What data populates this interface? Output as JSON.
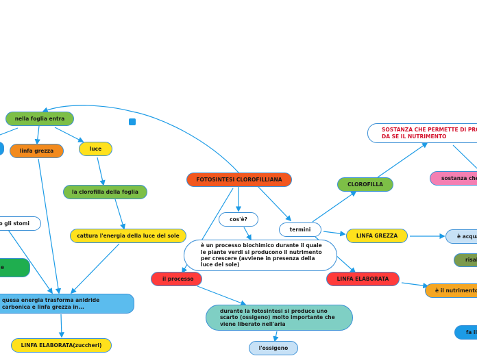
{
  "colors": {
    "connector": "#1c9be6",
    "green": "#7dbf47",
    "orange": "#f28a1d",
    "yellow": "#ffe11c",
    "red": "#ff3b3b",
    "blue": "#5bbcee",
    "teal": "#7fcfc4",
    "pink": "#f47fb2",
    "red_text": "#d4112c"
  },
  "nodes": {
    "nella_foglia": "nella foglia entra",
    "linfa_grezza_left": "linfa grezza",
    "luce": "luce",
    "clorofilla_foglia": "la clorofilla della foglia",
    "cattura_energia": "cattura l'energia della luce del sole",
    "stomi": "so gli stomi",
    "partial_green": "e",
    "energia_trasforma": "quesa energia trasforma anidride carbonica e linfa grezza in...",
    "linfa_elaborata_zuccheri": "LINFA ELABORATA(zuccheri)",
    "fotosintesi": "FOTOSINTESI CLOROFILLIANA",
    "cose": "cos'è?",
    "definizione": "è un processo biochimico durante il quale le piante verdi si producono il nutrimento per crescere (avviene in presenza della luce del sole)",
    "termini": "termini",
    "il_processo": "il processo",
    "scarto_ossigeno": "durante la fotosintesi si produce uno scarto (ossigeno) molto importante che viene liberato nell'aria",
    "ossigeno": "l'ossigeno",
    "clorofilla": "CLOROFILLA",
    "sostanza_permette": "SOSTANZA CHE PERMETTE DI PROD DA SE IL NUTRIMENTO",
    "sostanza_che": "sostanza che",
    "linfa_grezza_caps": "LINFA GREZZA",
    "e_acqua": "è acqua",
    "linfa_elaborata_caps": "LINFA ELABORATA",
    "risal": "risal",
    "e_nutrimento": "è il nutrimento",
    "fa_il": "fa il"
  }
}
